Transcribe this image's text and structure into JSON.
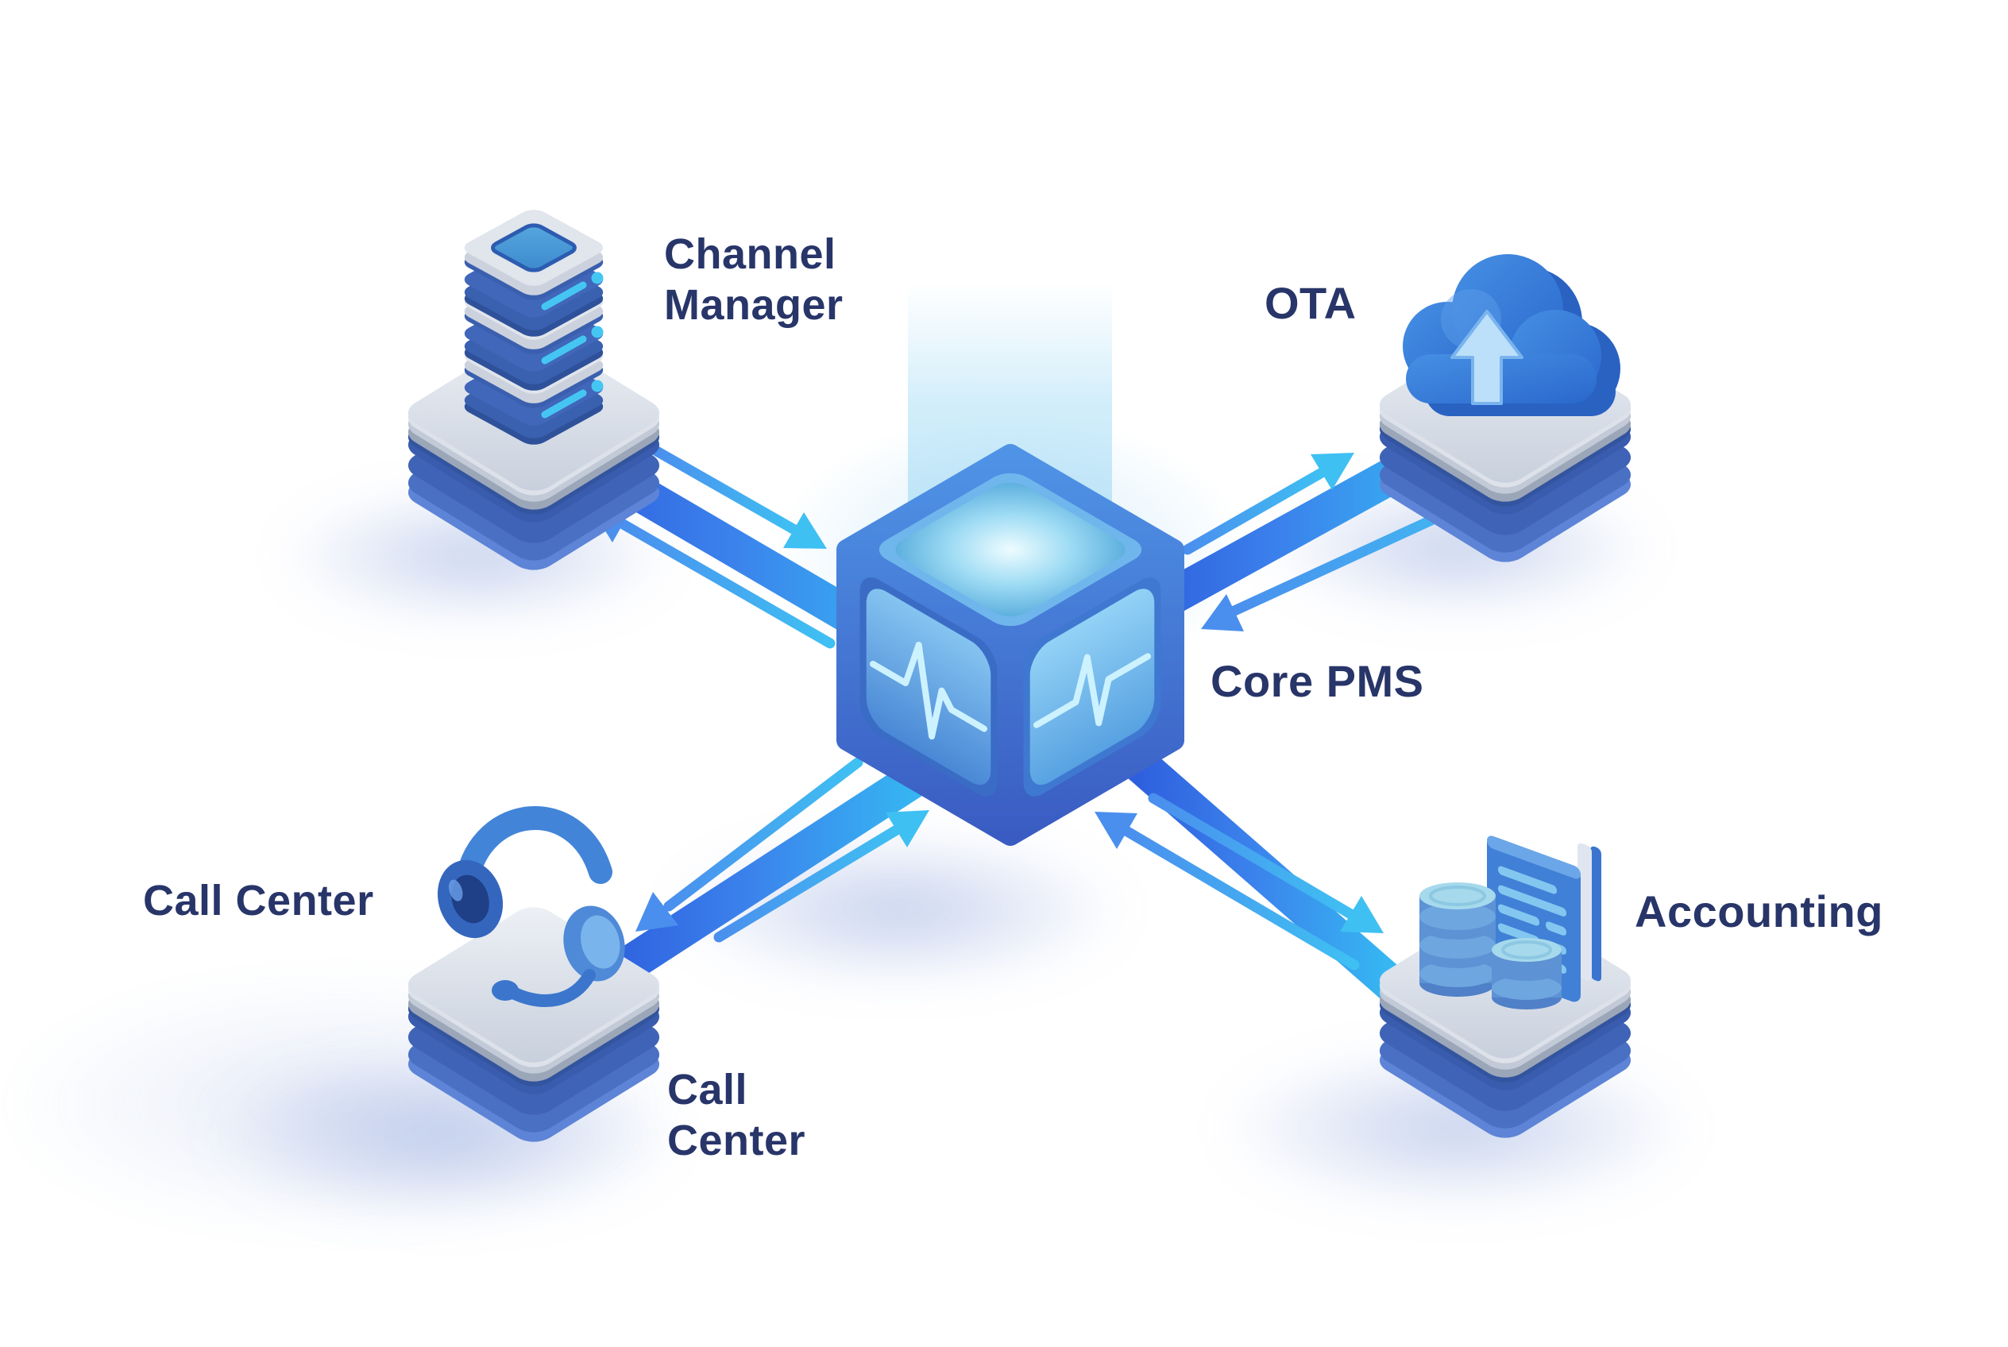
{
  "diagram": {
    "type": "hub-and-spoke-integration",
    "center": {
      "id": "core-pms",
      "label": "Core PMS",
      "icon": "cube-icon"
    },
    "nodes": [
      {
        "id": "channel-manager",
        "label": "Channel Manager",
        "icon": "server-stack-icon",
        "position": "top-left"
      },
      {
        "id": "ota",
        "label": "OTA",
        "icon": "cloud-upload-icon",
        "position": "top-right"
      },
      {
        "id": "call-center",
        "label": "Call Center",
        "icon": "headset-icon",
        "position": "bottom-left",
        "secondary_label": "Call Center"
      },
      {
        "id": "accounting",
        "label": "Accounting",
        "icon": "coins-ledger-icon",
        "position": "bottom-right"
      }
    ],
    "connections": [
      {
        "from": "channel-manager",
        "to": "core-pms",
        "bidirectional": true
      },
      {
        "from": "ota",
        "to": "core-pms",
        "bidirectional": true
      },
      {
        "from": "call-center",
        "to": "core-pms",
        "bidirectional": true
      },
      {
        "from": "accounting",
        "to": "core-pms",
        "bidirectional": true
      }
    ]
  },
  "labels": {
    "channel_manager_line1": "Channel",
    "channel_manager_line2": "Manager",
    "ota": "OTA",
    "core_pms": "Core PMS",
    "call_center_side": "Call Center",
    "call_center_below_line1": "Call",
    "call_center_below_line2": "Center",
    "accounting": "Accounting"
  },
  "colors": {
    "text_navy": "#283569",
    "royal_blue": "#2e5fde",
    "sky_cyan": "#36b5f0",
    "arrow_light_blue": "#4a8fee",
    "platform_top_gray": "#e9edf3",
    "platform_base_blue": "#3f63b6",
    "cube_frame_blue": "#4a87dd",
    "cube_screen_glow": "#c9efff",
    "beam_blue": "#a5d8f5",
    "shadow_blue": "#8fa5dd",
    "background": "#ffffff"
  }
}
